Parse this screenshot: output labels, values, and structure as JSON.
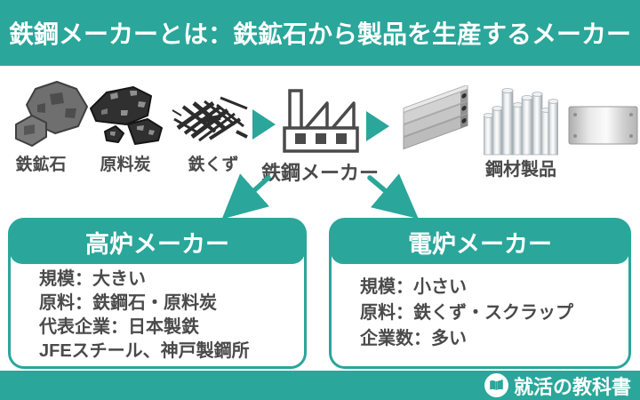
{
  "colors": {
    "teal": "#2aa69a",
    "text_dark": "#4a4a4a",
    "white": "#ffffff"
  },
  "header": {
    "title": "鉄鋼メーカーとは：鉄鉱石から製品を生産するメーカー"
  },
  "flow": {
    "items": [
      {
        "label": "鉄鉱石"
      },
      {
        "label": "原料炭"
      },
      {
        "label": "鉄くず"
      }
    ],
    "maker_label": "鉄鋼メーカー",
    "products_label": "鋼材製品"
  },
  "boxes": [
    {
      "title": "高炉メーカー",
      "lines": [
        "規模：大きい",
        "原料：鉄鋼石・原料炭",
        "代表企業：日本製鉄",
        "JFEスチール、神戸製鋼所"
      ]
    },
    {
      "title": "電炉メーカー",
      "lines": [
        "規模：小さい",
        "原料：鉄くず・スクラップ",
        "企業数：多い"
      ]
    }
  ],
  "footer": {
    "brand": "就活の教科書"
  }
}
